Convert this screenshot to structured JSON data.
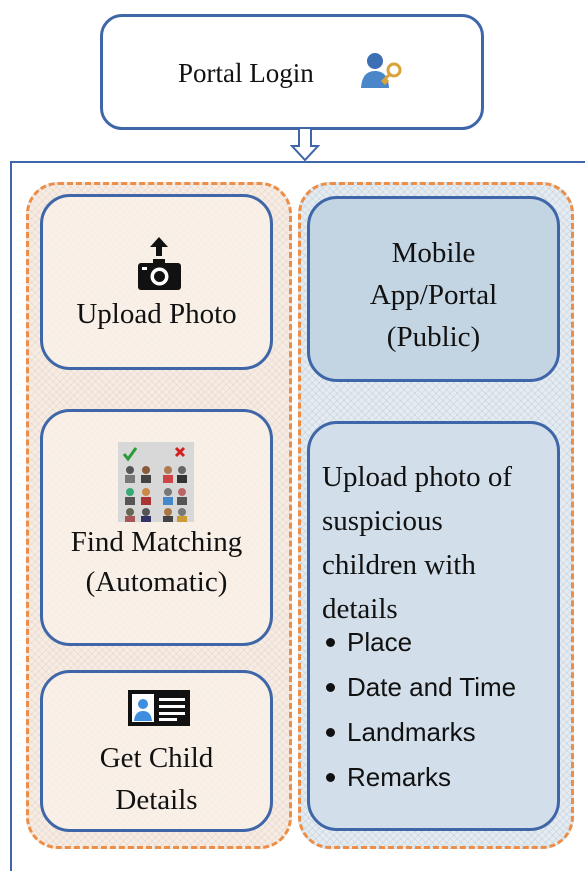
{
  "login": {
    "label": "Portal Login",
    "icon": "user-key-icon"
  },
  "left_column": {
    "upload_photo": {
      "label": "Upload Photo",
      "icon": "camera-upload-icon"
    },
    "find_matching": {
      "lines": [
        "Find Matching",
        "(Automatic)"
      ],
      "icon": "face-grid-icon"
    },
    "get_child": {
      "lines": [
        "Get Child",
        "Details"
      ],
      "icon": "id-card-icon"
    }
  },
  "right_column": {
    "mobile": {
      "lines": [
        "Mobile",
        "App/Portal",
        "(Public)"
      ]
    },
    "upload_desc": {
      "lines": [
        "Upload photo of",
        "suspicious",
        "children with",
        "details"
      ]
    },
    "bullets": [
      "Place",
      "Date and Time",
      "Landmarks",
      "Remarks"
    ]
  },
  "colors": {
    "box_border": "#3e66a8",
    "dash_border": "#ec8e48",
    "left_fill": "#f7ece3",
    "right_fill": "#e4ebf1",
    "card_fill_right": "#c3d4e3"
  }
}
